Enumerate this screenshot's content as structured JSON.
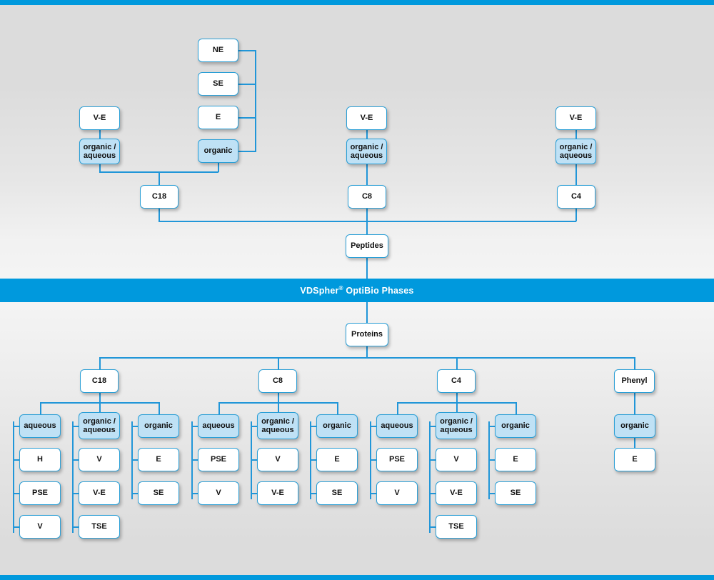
{
  "banner": {
    "brand": "VDSpher",
    "registered": "®",
    "suffix": " OptiBio Phases",
    "bg_color": "#0099dd"
  },
  "colors": {
    "accent": "#0099dd",
    "line": "#2196d8",
    "node_border": "#2b9fd6",
    "node_fill_white": "#ffffff",
    "node_fill_blue": "#bfe1f5",
    "background": "#dcdcdc"
  },
  "peptides": {
    "root_label": "Peptides",
    "columns": [
      {
        "id": "c18",
        "label": "C18",
        "modes": [
          {
            "id": "oa",
            "label": "organic /\naqueous",
            "label_line1": "organic /",
            "label_line2": "aqueous",
            "fill": "blue",
            "children": [
              {
                "label": "V-E",
                "fill": "white"
              }
            ]
          },
          {
            "id": "org",
            "label": "organic",
            "fill": "blue",
            "children": [
              {
                "label": "NE",
                "fill": "white"
              },
              {
                "label": "SE",
                "fill": "white"
              },
              {
                "label": "E",
                "fill": "white"
              }
            ]
          }
        ]
      },
      {
        "id": "c8",
        "label": "C8",
        "modes": [
          {
            "id": "oa",
            "label_line1": "organic /",
            "label_line2": "aqueous",
            "fill": "blue",
            "children": [
              {
                "label": "V-E",
                "fill": "white"
              }
            ]
          }
        ]
      },
      {
        "id": "c4",
        "label": "C4",
        "modes": [
          {
            "id": "oa",
            "label_line1": "organic /",
            "label_line2": "aqueous",
            "fill": "blue",
            "children": [
              {
                "label": "V-E",
                "fill": "white"
              }
            ]
          }
        ]
      }
    ]
  },
  "proteins": {
    "root_label": "Proteins",
    "columns": [
      {
        "id": "c18",
        "label": "C18",
        "modes": [
          {
            "id": "aq",
            "label": "aqueous",
            "fill": "blue",
            "children": [
              {
                "label": "H"
              },
              {
                "label": "PSE"
              },
              {
                "label": "V"
              }
            ]
          },
          {
            "id": "oa",
            "label_line1": "organic /",
            "label_line2": "aqueous",
            "fill": "blue",
            "children": [
              {
                "label": "V"
              },
              {
                "label": "V-E"
              },
              {
                "label": "TSE"
              }
            ]
          },
          {
            "id": "org",
            "label": "organic",
            "fill": "blue",
            "children": [
              {
                "label": "E"
              },
              {
                "label": "SE"
              }
            ]
          }
        ]
      },
      {
        "id": "c8",
        "label": "C8",
        "modes": [
          {
            "id": "aq",
            "label": "aqueous",
            "fill": "blue",
            "children": [
              {
                "label": "PSE"
              },
              {
                "label": "V"
              }
            ]
          },
          {
            "id": "oa",
            "label_line1": "organic /",
            "label_line2": "aqueous",
            "fill": "blue",
            "children": [
              {
                "label": "V"
              },
              {
                "label": "V-E"
              }
            ]
          },
          {
            "id": "org",
            "label": "organic",
            "fill": "blue",
            "children": [
              {
                "label": "E"
              },
              {
                "label": "SE"
              }
            ]
          }
        ]
      },
      {
        "id": "c4",
        "label": "C4",
        "modes": [
          {
            "id": "aq",
            "label": "aqueous",
            "fill": "blue",
            "children": [
              {
                "label": "PSE"
              },
              {
                "label": "V"
              }
            ]
          },
          {
            "id": "oa",
            "label_line1": "organic /",
            "label_line2": "aqueous",
            "fill": "blue",
            "children": [
              {
                "label": "V"
              },
              {
                "label": "V-E"
              },
              {
                "label": "TSE"
              }
            ]
          },
          {
            "id": "org",
            "label": "organic",
            "fill": "blue",
            "children": [
              {
                "label": "E"
              },
              {
                "label": "SE"
              }
            ]
          }
        ]
      },
      {
        "id": "phenyl",
        "label": "Phenyl",
        "modes": [
          {
            "id": "org",
            "label": "organic",
            "fill": "blue",
            "children": [
              {
                "label": "E"
              }
            ]
          }
        ]
      }
    ]
  },
  "nodes": {
    "top": {
      "ne": "NE",
      "se": "SE",
      "e": "E",
      "organic": "organic",
      "ve_left": "V-E",
      "oa_left_1": "organic /",
      "oa_left_2": "aqueous",
      "ve_mid": "V-E",
      "oa_mid_1": "organic /",
      "oa_mid_2": "aqueous",
      "ve_right": "V-E",
      "oa_right_1": "organic /",
      "oa_right_2": "aqueous",
      "c18": "C18",
      "c8": "C8",
      "c4": "C4",
      "peptides": "Peptides"
    },
    "bottom": {
      "proteins": "Proteins",
      "c18": "C18",
      "c8": "C8",
      "c4": "C4",
      "phenyl": "Phenyl",
      "aqueous": "aqueous",
      "organic": "organic",
      "oa_1": "organic /",
      "oa_2": "aqueous",
      "h": "H",
      "pse": "PSE",
      "v": "V",
      "ve": "V-E",
      "tse": "TSE",
      "e": "E",
      "se": "SE"
    }
  }
}
